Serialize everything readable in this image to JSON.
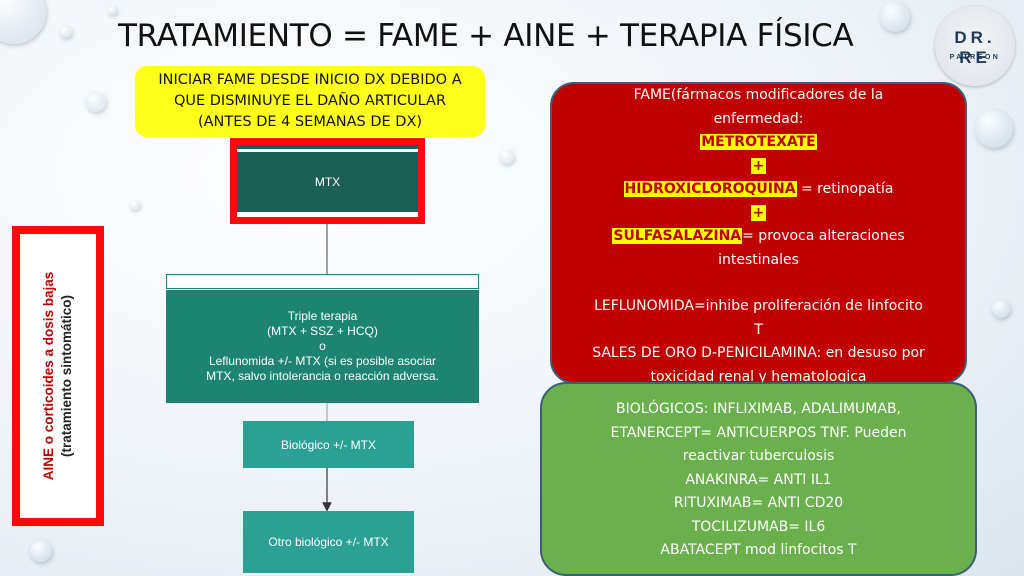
{
  "title": "TRATAMIENTO = FAME + AINE + TERAPIA FÍSICA",
  "logo": {
    "line1": "DR. RE",
    "line2": "PATREON"
  },
  "yellow_note": "INICIAR FAME DESDE INICIO DX DEBIDO A\nQUE DISMINUYE EL DAÑO ARTICULAR\n(ANTES DE 4 SEMANAS DE DX)",
  "flow": {
    "mtx": "MTX",
    "triple": "Triple terapia\n(MTX + SSZ + HCQ)\no\nLeflunomida +/- MTX (si es posible asociar\nMTX, salvo intolerancia o reacción adversa.",
    "biologic": "Biológico +/- MTX",
    "other_biologic": "Otro biológico +/- MTX"
  },
  "aine": {
    "line1": "AINE o corticoides a dosis bajas",
    "line2": "(tratamiento sintomático)"
  },
  "fame": {
    "heading1": "FAME(fármacos modificadores de la",
    "heading2": "enfermedad:",
    "metotrexate": "METROTEXATE",
    "plus1": "+",
    "hidroxi": "HIDROXICLOROQUINA",
    "hidroxi_note": " = retinopatía",
    "plus2": "+",
    "sulfa": "SULFASALAZINA",
    "sulfa_note": "= provoca alteraciones",
    "sulfa_note2": "intestinales",
    "leflu": "LEFLUNOMIDA=inhibe proliferación de linfocito",
    "leflu2": "T",
    "sales": "SALES DE ORO D-PENICILAMINA: en desuso por",
    "sales2": "toxicidad renal y hematologica"
  },
  "biologics": [
    "BIOLÓGICOS: INFLIXIMAB, ADALIMUMAB,",
    "ETANERCEPT= ANTICUERPOS TNF. Pueden",
    "reactivar tuberculosis",
    "ANAKINRA= ANTI IL1",
    "RITUXIMAB= ANTI CD20",
    "TOCILIZUMAB= IL6",
    "ABATACEPT mod linfocitos T"
  ],
  "colors": {
    "mtx_box": "#1b5e53",
    "triple_box": "#1e8472",
    "bio_box": "#2aa194",
    "fame_box": "#c00000",
    "biologics_box": "#6ab04c",
    "highlight": "#ffff00",
    "frame": "#ff0a0a"
  }
}
